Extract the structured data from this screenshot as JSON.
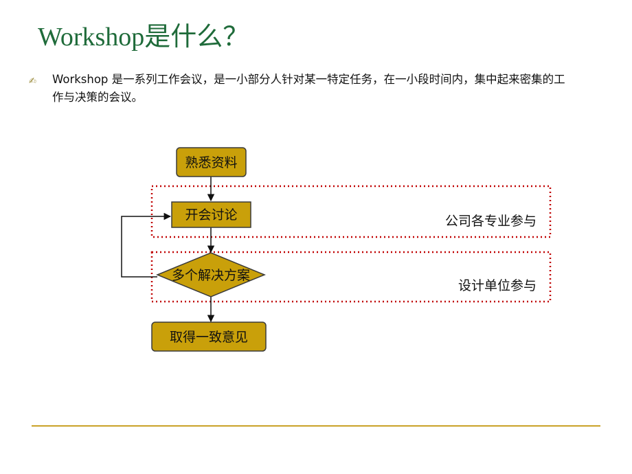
{
  "slide": {
    "title": "Workshop是什么？",
    "bullet_icon": "pen-bullet-icon",
    "bullet_text": "Workshop 是一系列工作会议，是一小部分人针对某一特定任务，在一小段时间内，集中起来密集的工作与决策的会议。"
  },
  "diagram": {
    "nodes": {
      "familiarize": "熟悉资料",
      "meeting": "开会讨论",
      "solutions": "多个解决方案",
      "consensus": "取得一致意见"
    },
    "regions": {
      "company": "公司各专业参与",
      "design": "设计单位参与"
    }
  },
  "colors": {
    "title": "#1f6b3a",
    "node_fill": "#c9a00a",
    "node_border": "#3a3a3a",
    "region_border": "#c00000",
    "footer_line": "#c9a227"
  }
}
